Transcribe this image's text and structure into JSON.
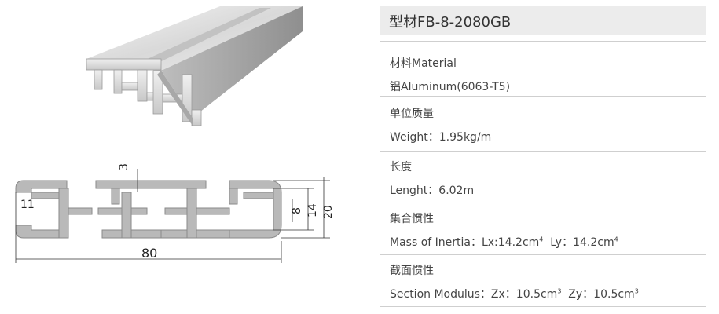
{
  "product": {
    "title": "型材FB-8-2080GB"
  },
  "drawing": {
    "dimensions": {
      "top_slot": "3",
      "left_height": "11",
      "width": "80",
      "inner_slot": "8",
      "mid_height": "14",
      "total_height": "20"
    }
  },
  "specs": [
    {
      "label": "材料Material",
      "value": "铝Aluminum(6063-T5)"
    },
    {
      "label": "单位质量",
      "value": "Weight：1.95kg/m"
    },
    {
      "label": "长度",
      "value": "Lenght：6.02m"
    },
    {
      "label": "集合惯性",
      "value_parts": [
        "Mass of Inertia：Lx:14.2cm",
        "4",
        "  Ly：14.2cm",
        "4"
      ]
    },
    {
      "label": "截面惯性",
      "value_parts": [
        "Section Modulus：Zx：10.5cm",
        "3",
        "  Zy：10.5cm",
        "3"
      ]
    }
  ],
  "colors": {
    "title_bg": "#ececec",
    "divider": "#cfcfcf",
    "profile_fill": "#b9b9b9"
  }
}
